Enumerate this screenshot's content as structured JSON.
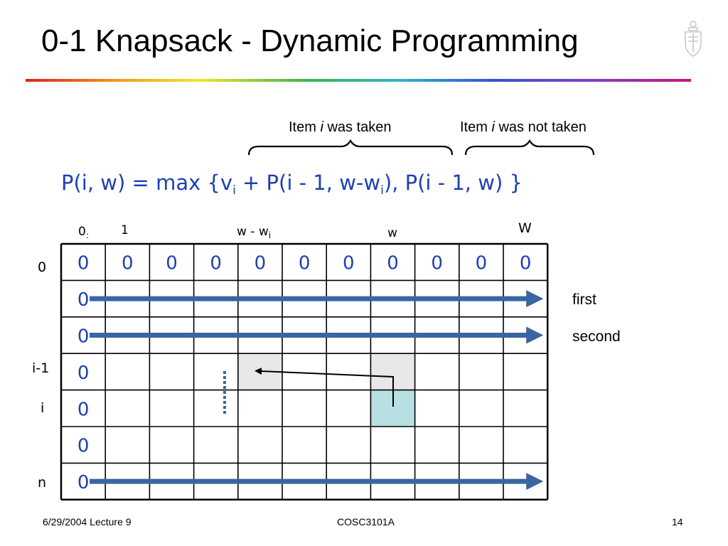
{
  "slide": {
    "title": "0-1 Knapsack - Dynamic Programming",
    "brace_left_label": {
      "prefix": "Item ",
      "var": "i",
      "suffix": " was taken"
    },
    "brace_right_label": {
      "prefix": "Item ",
      "var": "i",
      "suffix": " was not taken"
    },
    "formula": {
      "p1": "P(i, w) = max {v",
      "s1": "i",
      "p2": " + P(i - 1, w-w",
      "s2": "i",
      "p3": "), P(i - 1, w) }"
    },
    "column_labels": {
      "zero": "0",
      "one": "1",
      "w_minus_wi_main": "w - w",
      "w_minus_wi_sub": "i",
      "w": "w",
      "W": "W"
    },
    "row_labels": {
      "zero": "0",
      "i_minus_1": "i-1",
      "i": "i",
      "n": "n"
    },
    "table": {
      "columns": 11,
      "rows": 7,
      "first_row_values": [
        "0",
        "0",
        "0",
        "0",
        "0",
        "0",
        "0",
        "0",
        "0",
        "0",
        "0"
      ],
      "first_column_values": [
        "0",
        "0",
        "0",
        "0",
        "0",
        "0",
        "0"
      ]
    },
    "side_labels": {
      "first": "first",
      "second": "second"
    },
    "footer": {
      "left": "6/29/2004 Lecture 9",
      "center": "COSC3101A",
      "right": "14"
    },
    "colors": {
      "value_text": "#1e3fb5",
      "arrow": "#3a65a0",
      "highlight_gray": "#e8e8e8",
      "highlight_blue": "#b8dfe2"
    }
  }
}
